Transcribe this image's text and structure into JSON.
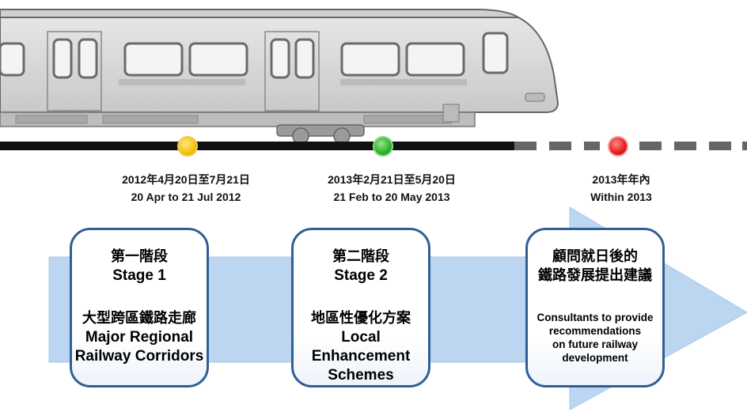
{
  "milestones": [
    {
      "date_zh": "2012年4月20日至7月21日",
      "date_en": "20 Apr to 21 Jul 2012",
      "color": "#f4c400"
    },
    {
      "date_zh": "2013年2月21日至5月20日",
      "date_en": "21 Feb to 20 May 2013",
      "color": "#2ab22a"
    },
    {
      "date_zh": "2013年年內",
      "date_en": "Within 2013",
      "color": "#e51b1b"
    }
  ],
  "stages": [
    {
      "title_zh": "第一階段",
      "title_en": "Stage 1",
      "desc_zh": "大型跨區鐵路走廊",
      "desc_en_1": "Major Regional",
      "desc_en_2": "Railway Corridors"
    },
    {
      "title_zh": "第二階段",
      "title_en": "Stage 2",
      "desc_zh": "地區性優化方案",
      "desc_en_1": "Local Enhancement",
      "desc_en_2": "Schemes"
    },
    {
      "title_zh_1": "顧問就日後的",
      "title_zh_2": "鐵路發展提出建議",
      "desc_en_1": "Consultants to provide",
      "desc_en_2": "recommendations",
      "desc_en_3": "on future railway",
      "desc_en_4": "development"
    }
  ],
  "colors": {
    "track": "#111111",
    "box_border": "#2f5f97",
    "arrow_fill": "#bcd6f2",
    "train_body": "#d8d8d8"
  }
}
